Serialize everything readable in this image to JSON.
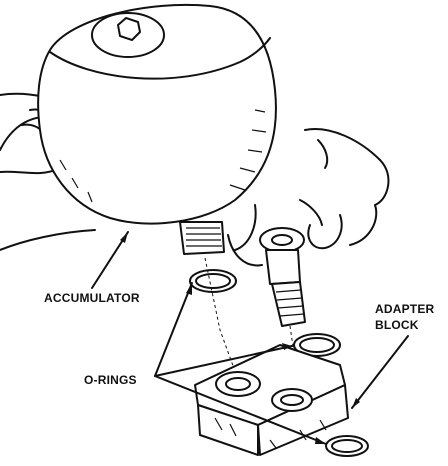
{
  "labels": {
    "accumulator": "ACCUMULATOR",
    "adapter_line1": "ADAPTER",
    "adapter_line2": "BLOCK",
    "orings": "O-RINGS"
  }
}
